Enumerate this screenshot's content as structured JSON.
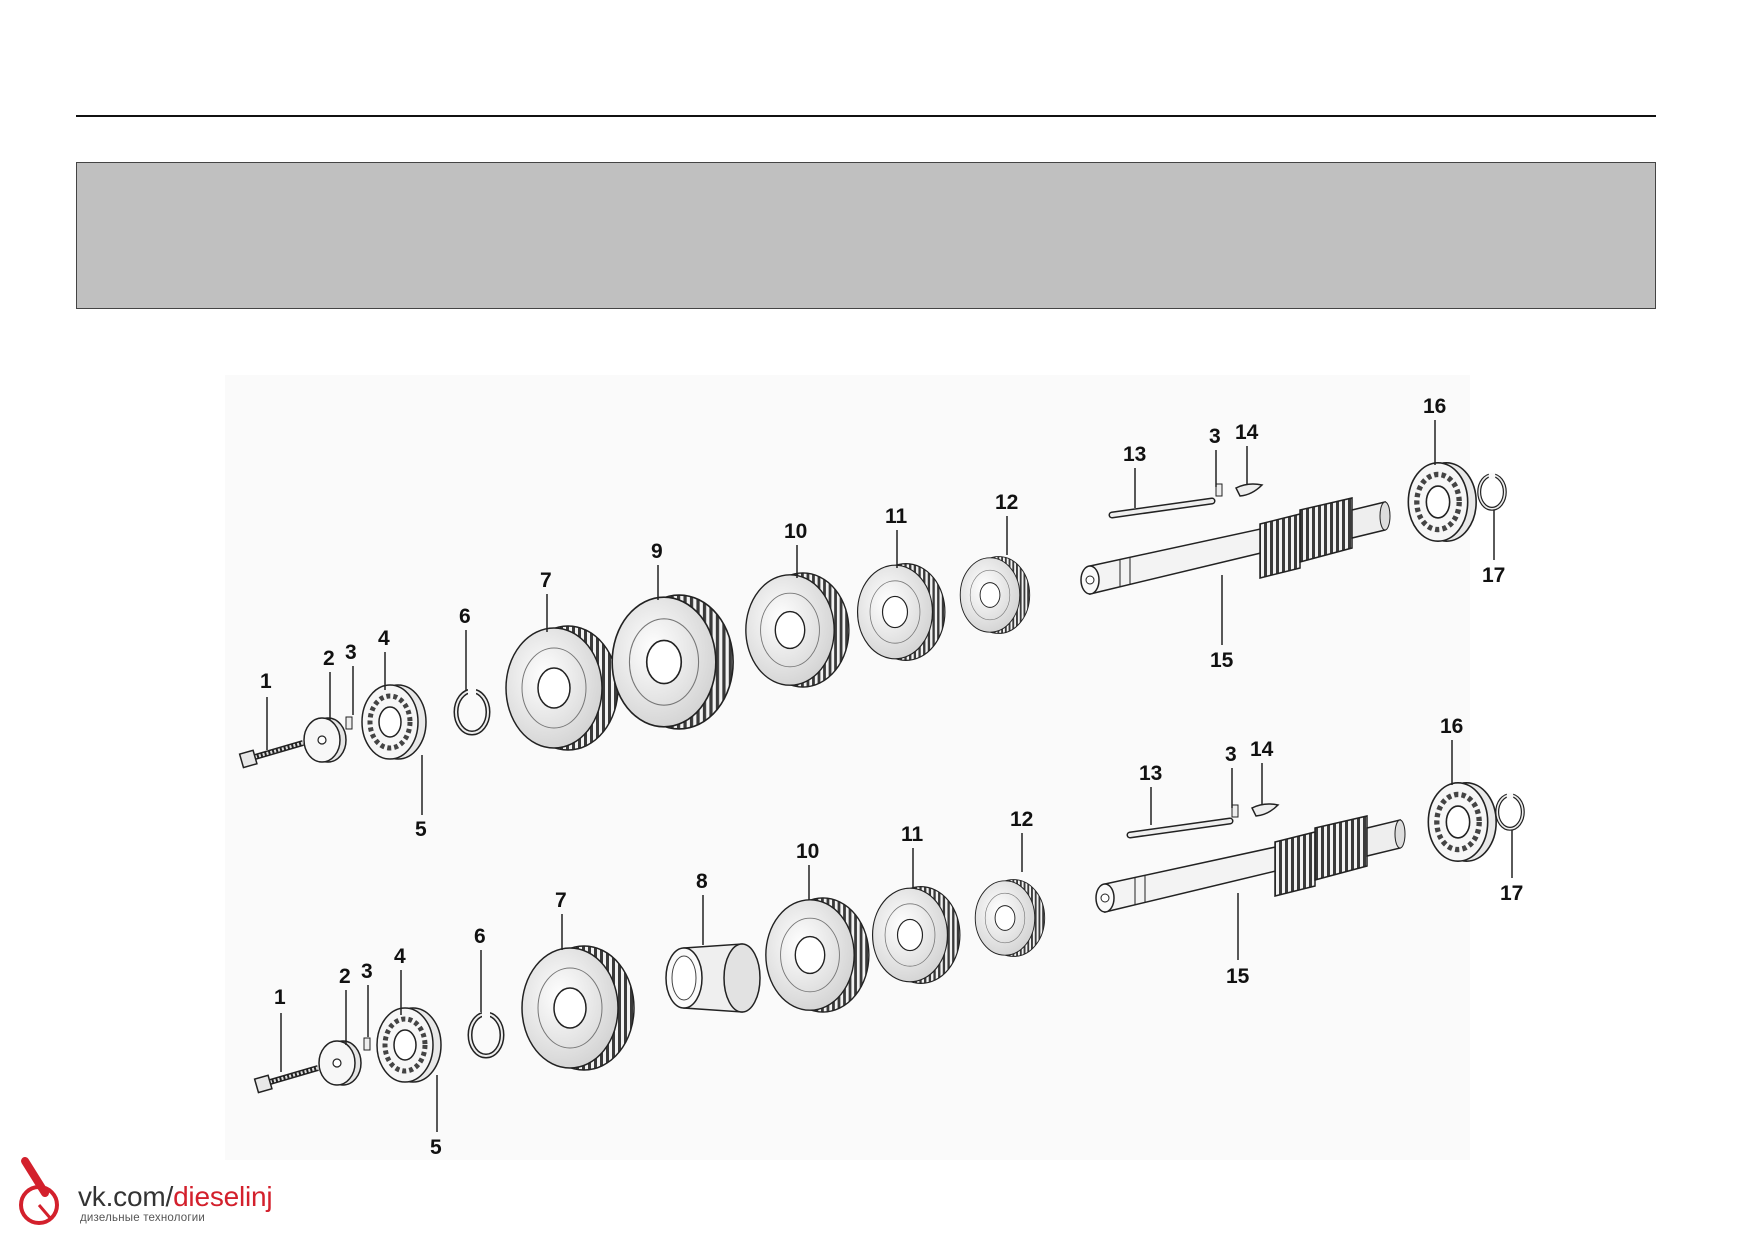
{
  "diagram": {
    "callouts": {
      "upper": [
        "1",
        "2",
        "3",
        "4",
        "5",
        "6",
        "7",
        "9",
        "10",
        "11",
        "12",
        "13",
        "3",
        "14",
        "15",
        "16",
        "17"
      ],
      "lower": [
        "1",
        "2",
        "3",
        "4",
        "5",
        "6",
        "7",
        "8",
        "10",
        "11",
        "12",
        "13",
        "3",
        "14",
        "15",
        "16",
        "17"
      ]
    }
  },
  "watermark": {
    "url_prefix": "vk.com/",
    "url_highlight": "dieselinj",
    "subtitle": "дизельные технологии"
  }
}
